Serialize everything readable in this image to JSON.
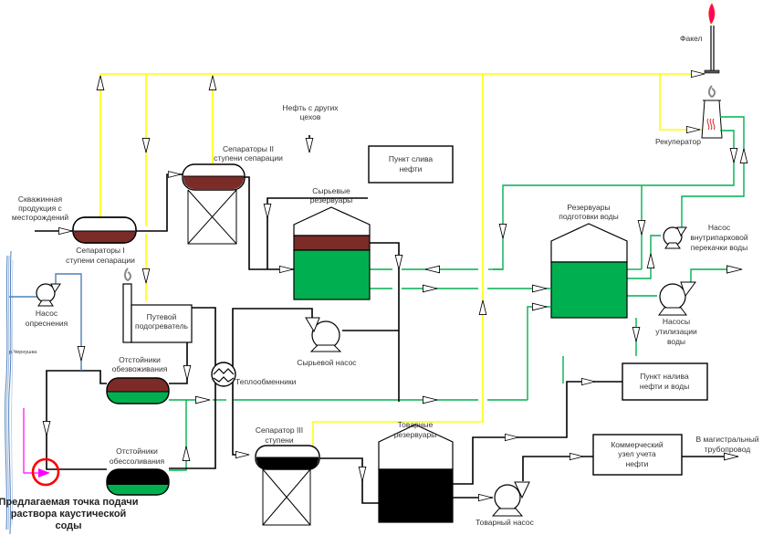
{
  "title": "Технологическая схема подготовки нефти",
  "colors": {
    "oil": "#7b2c28",
    "water": "#00b050",
    "gas": "#ffff00",
    "river": "#4f81bd",
    "caustic": "#ff00ff",
    "highlight": "#ff0000",
    "commodity_oil": "#000000"
  },
  "labels": {
    "flare": "Факел",
    "recuperator": "Рекуператор",
    "well_product": [
      "Скважинная",
      "продукция с",
      "месторождений"
    ],
    "sep1": [
      "Сепараторы I",
      "ступени сепарации"
    ],
    "sep2": [
      "Сепараторы II",
      "ступени сепарации"
    ],
    "oil_other": [
      "Нефть с других",
      "цехов"
    ],
    "unload_point": [
      "Пункт слива",
      "нефти"
    ],
    "raw_tanks": [
      "Сырьевые",
      "резервуары"
    ],
    "water_tanks": [
      "Резервуары",
      "подготовки воды"
    ],
    "infield_pump": [
      "Насос",
      "внутрипарковой",
      "перекачки воды"
    ],
    "util_pumps": [
      "Насосы",
      "утилизации",
      "воды"
    ],
    "desal_pump": [
      "Насос",
      "опреснения"
    ],
    "river": "р.Чернушка",
    "heater": [
      "Путевой",
      "подогреватель"
    ],
    "dehydration": [
      "Отстойники",
      "обезвоживания"
    ],
    "heat_exchangers": "Теплообменники",
    "raw_pump": "Сырьевой насос",
    "desalting": [
      "Отстойники",
      "обессоливания"
    ],
    "sep3": [
      "Сепаратор III",
      "ступени"
    ],
    "commodity_tanks": [
      "Товарные",
      "резервуары"
    ],
    "loading_point": [
      "Пункт налива",
      "нефти и воды"
    ],
    "metering": [
      "Коммерческий",
      "узел учета",
      "нефти"
    ],
    "trunk": [
      "В магистральный",
      "трубопровод"
    ],
    "commodity_pump": "Товарный насос",
    "proposal": [
      "Предлагаемая точка подачи",
      "раствора каустической",
      "соды"
    ]
  }
}
